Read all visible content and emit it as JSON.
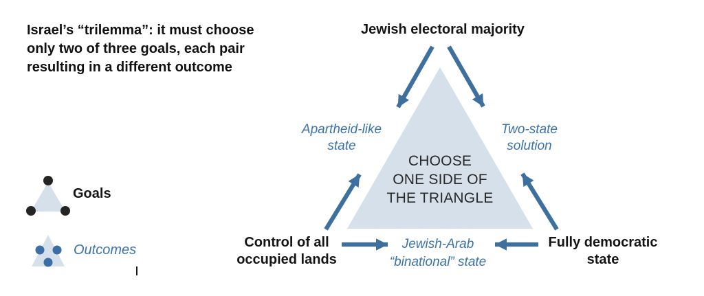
{
  "title": "Israel’s “trilemma”: it must choose\nonly two of three goals, each pair\nresulting in a different outcome",
  "diagram": {
    "center_text": "CHOOSE\nONE SIDE OF\nTHE TRIANGLE",
    "goals": {
      "top": "Jewish electoral majority",
      "bottom_left": "Control of all\noccupied lands",
      "bottom_right": "Fully democratic\nstate"
    },
    "outcomes": {
      "left": "Apartheid-like\nstate",
      "right": "Two-state\nsolution",
      "bottom": "Jewish-Arab\n“binational” state"
    }
  },
  "legend": {
    "goals_label": "Goals",
    "outcomes_label": "Outcomes"
  },
  "colors": {
    "triangle_fill": "#d5e0ea",
    "arrow_blue": "#3d6f9f",
    "outcome_text_blue": "#3a72aa",
    "goal_dot": "#242424",
    "outcome_dot": "#3a6ea5"
  }
}
